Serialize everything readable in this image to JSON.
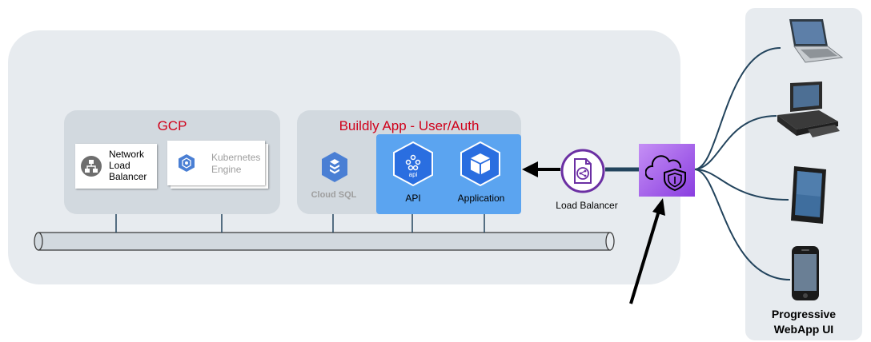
{
  "gcp": {
    "title": "GCP",
    "nlb_label": "Network\nLoad\nBalancer",
    "gke_label": "Kubernetes\nEngine"
  },
  "app": {
    "title": "Buildly App - User/Auth",
    "cloudsql_label": "Cloud SQL",
    "api_label": "API",
    "api_badge": "api",
    "application_label": "Application"
  },
  "lb": {
    "label": "Load Balancer"
  },
  "clients": {
    "label": "Progressive\nWebApp UI"
  },
  "colors": {
    "title_red": "#d0021b",
    "blue_box": "#5ba4f0",
    "gcp_blue": "#4a7fd4",
    "purple": "#6b2fa3",
    "wire": "#23445d"
  },
  "icons": [
    "network-load-balancer-icon",
    "kubernetes-engine-icon",
    "cloud-sql-icon",
    "api-icon",
    "application-icon",
    "load-balancer-icon",
    "cloud-shield-icon",
    "laptop-icon",
    "desktop-icon",
    "tablet-icon",
    "phone-icon"
  ]
}
